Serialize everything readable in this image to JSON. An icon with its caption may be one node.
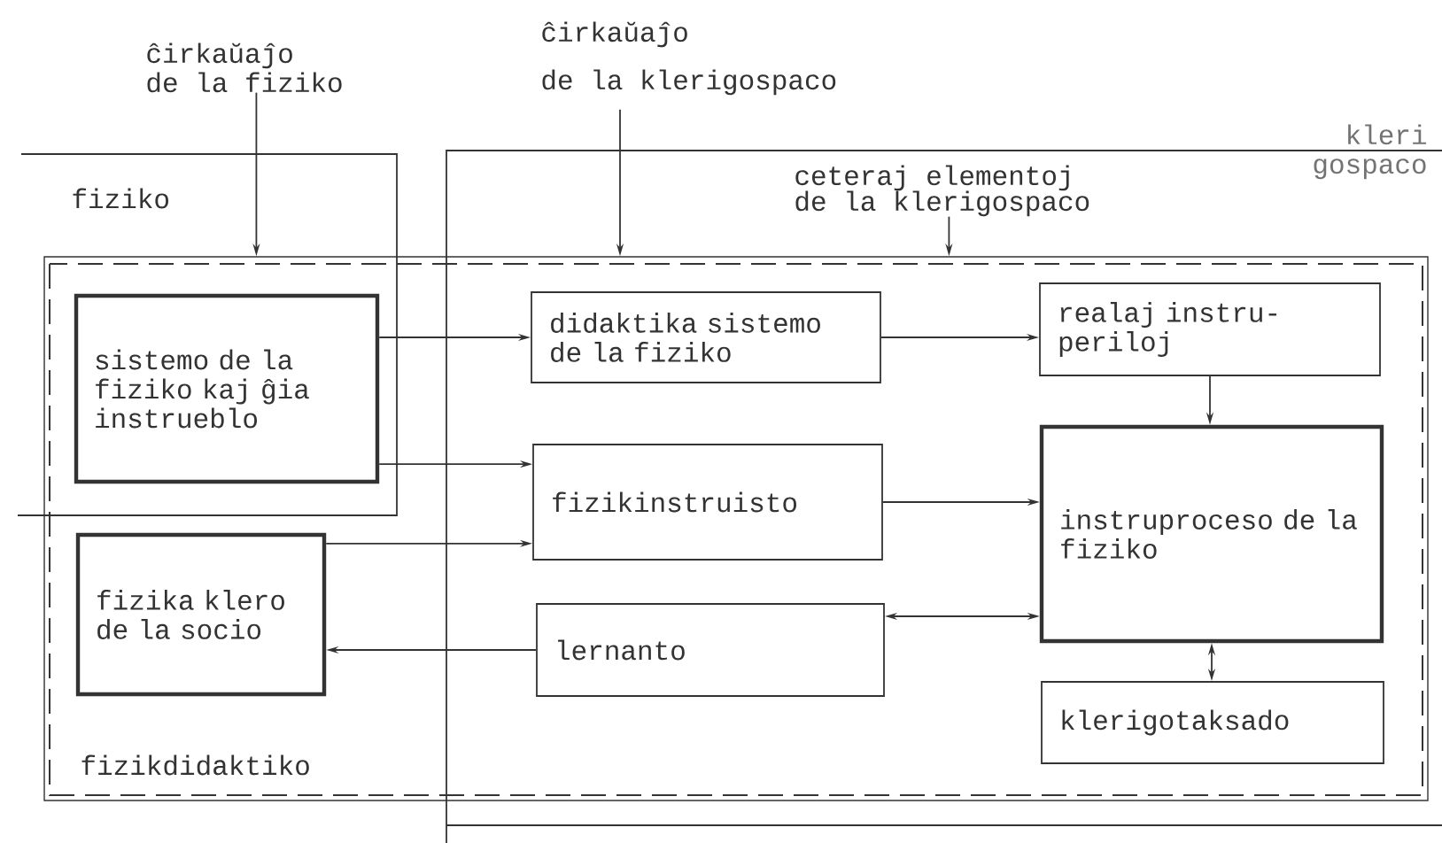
{
  "diagram": {
    "nodes": [
      {
        "text": [
          "ĉirkaŭaĵo de la fiziko"
        ]
      },
      {
        "text": [
          "ĉirkaŭaĵo de la klerigospaco"
        ]
      },
      {
        "text": [
          "ceteraj elementoj de la klerigospaco"
        ]
      },
      {
        "text": [
          "fizikdidaktiko"
        ]
      },
      {
        "text": [
          "sistemo de la fiziko kaj ĝia instrueblo"
        ],
        "in": 3
      },
      {
        "text": [
          "didaktika sistemo de la fiziko"
        ],
        "in": 3
      },
      {
        "text": [
          "realaj instru- periloj"
        ],
        "in": 3
      },
      {
        "text": [
          "fizikinstruisto"
        ],
        "in": 3
      },
      {
        "text": [
          "instruproceso de la fiziko"
        ],
        "in": 3
      },
      {
        "text": [
          "fizika klero de la socio"
        ],
        "in": 3
      },
      {
        "text": [
          "lernanto"
        ],
        "in": 3
      },
      {
        "text": [
          "klerigotaksado"
        ],
        "in": 3
      }
    ],
    "edges": [
      {
        "from": 0,
        "to": 3,
        "arrow": "to"
      },
      {
        "from": 1,
        "to": 3,
        "arrow": "to"
      },
      {
        "from": 2,
        "to": 3,
        "arrow": "to"
      },
      {
        "from": 4,
        "to": 5,
        "arrow": "to"
      },
      {
        "from": 5,
        "to": 6,
        "arrow": "to"
      },
      {
        "from": 6,
        "to": 8,
        "arrow": "to"
      },
      {
        "from": 4,
        "to": 7,
        "arrow": "to"
      },
      {
        "from": 9,
        "to": 7,
        "arrow": "to"
      },
      {
        "from": 7,
        "to": 8,
        "arrow": "to"
      },
      {
        "from": 10,
        "to": 9,
        "arrow": "to"
      },
      {
        "from": 8,
        "to": 10,
        "arrow": "both"
      },
      {
        "from": 8,
        "to": 11,
        "arrow": "both"
      }
    ],
    "labels": [
      "kleri gospaco",
      "fiziko"
    ]
  }
}
